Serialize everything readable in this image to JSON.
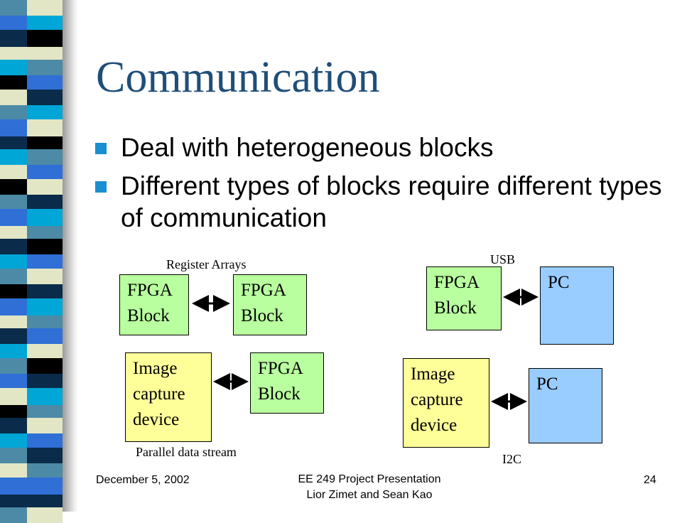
{
  "slide": {
    "title": "Communication",
    "bullets": [
      "Deal with heterogeneous blocks",
      "Different types of blocks require different types of communication"
    ]
  },
  "diagram": {
    "register_arrays": {
      "label": "Register Arrays",
      "left_block": "FPGA Block",
      "right_block": "FPGA Block"
    },
    "parallel_stream": {
      "label": "Parallel data stream",
      "left_block": "Image capture device",
      "right_block": "FPGA Block"
    },
    "usb": {
      "label": "USB",
      "left_block": "FPGA Block",
      "right_block": "PC"
    },
    "i2c": {
      "label": "I2C",
      "left_block": "Image capture device",
      "right_block": "PC"
    }
  },
  "footer": {
    "date": "December 5, 2002",
    "center_line1": "EE 249 Project Presentation",
    "center_line2": "Lior Zimet and Sean Kao",
    "page": "24"
  },
  "colors": {
    "title": "#1f4e79",
    "bullet_marker": "#1a8fd0",
    "fpga_block": "#b9ff9f",
    "image_capture": "#ffff99",
    "pc": "#99ccff",
    "strip_palette": [
      "#2f6fd6",
      "#4c8aa6",
      "#0a2b4a",
      "#e2e6c4",
      "#00a6d6",
      "#000000",
      "#ffffff"
    ]
  }
}
